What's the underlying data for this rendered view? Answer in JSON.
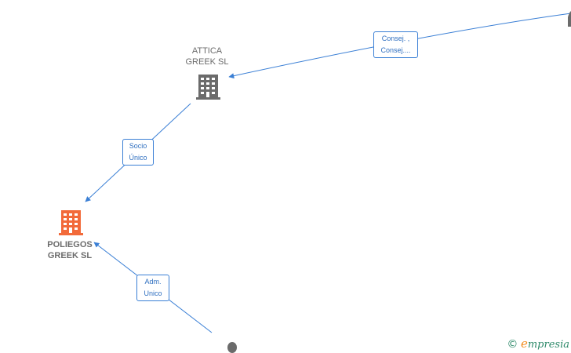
{
  "nodes": {
    "attica": {
      "line1": "ATTICA",
      "line2": "GREEK  SL",
      "color": "#6b6b6b"
    },
    "poliegos": {
      "line1": "POLIEGOS",
      "line2": "GREEK  SL",
      "color": "#f26a3a"
    }
  },
  "relations": {
    "consej": {
      "line1": "Consej. ,",
      "line2": "Consej...."
    },
    "socio": {
      "line1": "Socio",
      "line2": "Único"
    },
    "adm": {
      "line1": "Adm.",
      "line2": "Unico"
    }
  },
  "colors": {
    "edge": "#3a7fd5",
    "company_gray": "#6b6b6b",
    "company_focus": "#f26a3a"
  },
  "brand": {
    "symbol": "©",
    "initial": "e",
    "name": "mpresia"
  }
}
